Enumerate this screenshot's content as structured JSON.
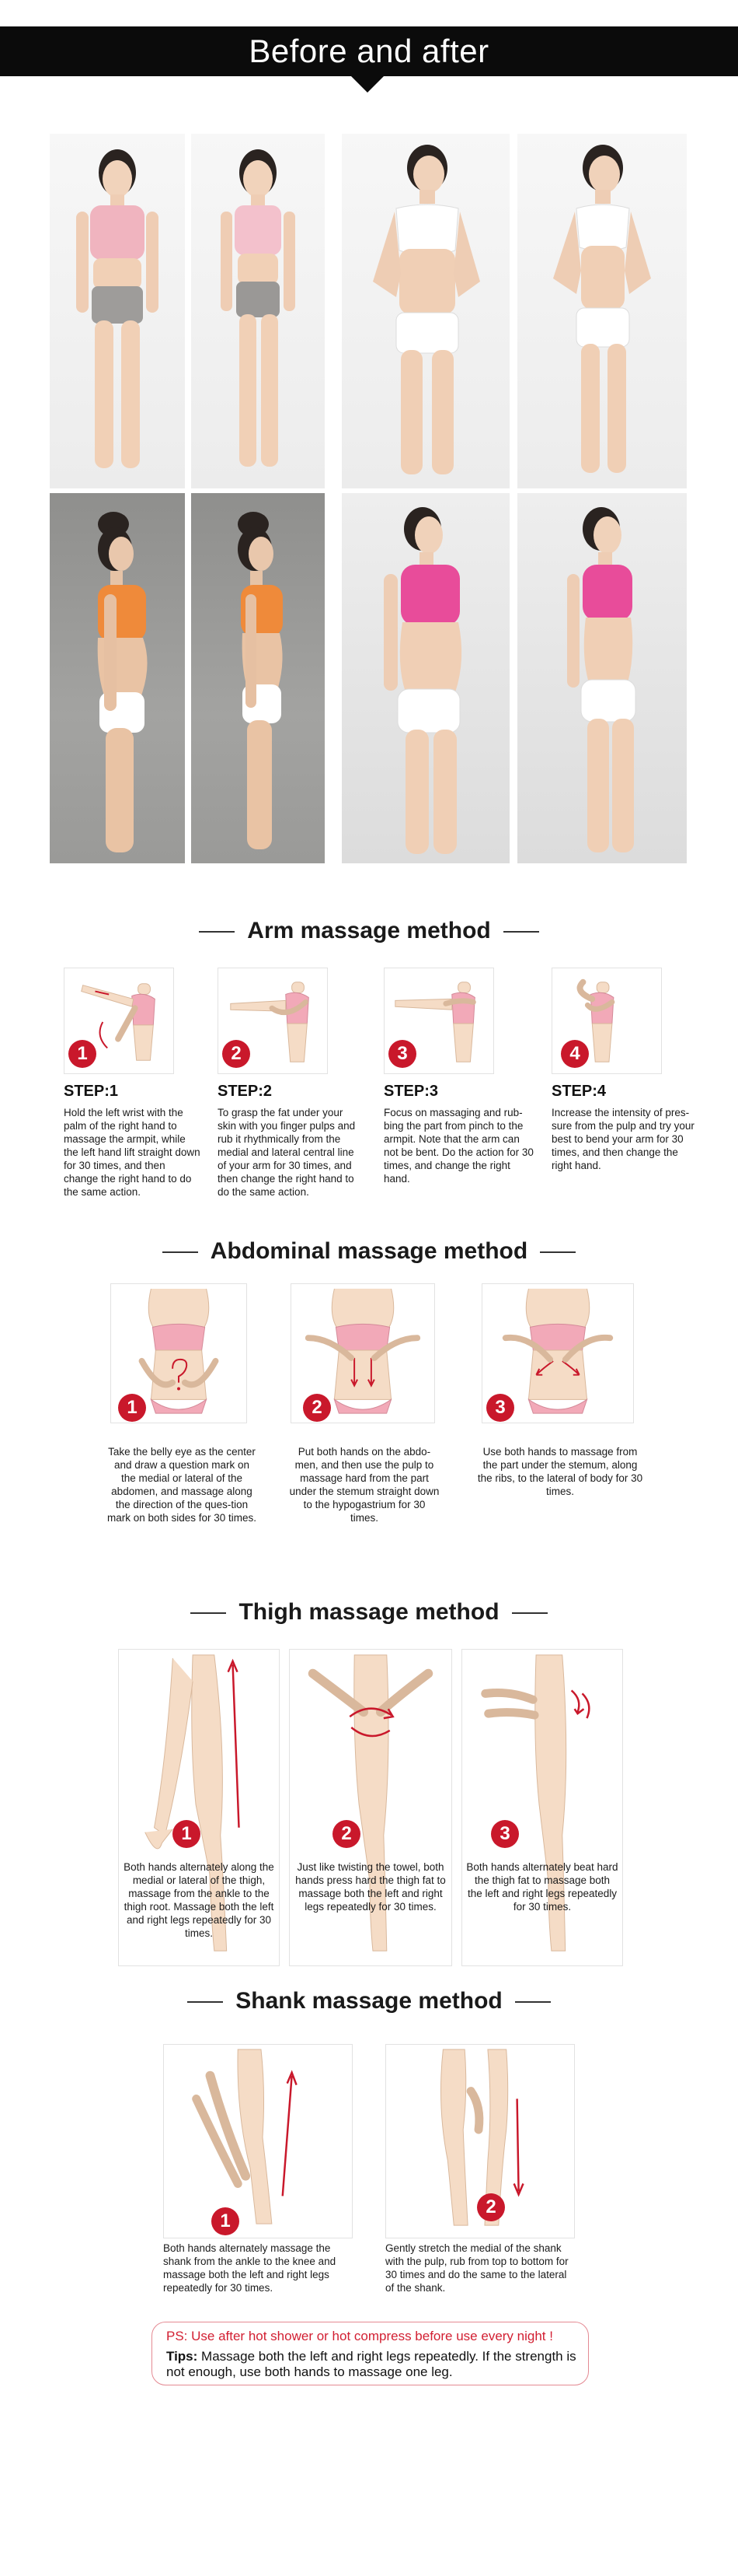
{
  "banner": {
    "title": "Before and after"
  },
  "arm": {
    "title": "Arm massage method",
    "steps": [
      {
        "num": "1",
        "label": "STEP:1",
        "text": "Hold the left wrist with the palm of the right hand to massage the armpit, while the left hand lift straight down for 30 times, and then change the right hand to do the same action."
      },
      {
        "num": "2",
        "label": "STEP:2",
        "text": "To grasp the fat under your skin with you finger pulps and rub it rhythmically from the medial and lateral central line of your arm for 30 times, and then change the right hand to do the same action."
      },
      {
        "num": "3",
        "label": "STEP:3",
        "text": "Focus on massaging and rub-bing the part from pinch to the armpit. Note that the arm can not be bent. Do the action for 30 times, and change the right hand."
      },
      {
        "num": "4",
        "label": "STEP:4",
        "text": "Increase the intensity of pres-sure from the pulp and try your best to bend your arm for 30 times, and then change the right hand."
      }
    ]
  },
  "abdominal": {
    "title": "Abdominal massage method",
    "steps": [
      {
        "num": "1",
        "text": "Take the belly eye as the center and draw a question mark on the medial or lateral of the abdomen, and massage along the direction of the ques-tion mark on both sides for 30 times."
      },
      {
        "num": "2",
        "text": "Put both hands on the abdo-men, and then use the pulp to massage hard from the part under the stemum straight down to the hypogastrium for 30 times."
      },
      {
        "num": "3",
        "text": "Use both hands to massage from the part under the stemum, along the ribs, to the lateral of body for 30 times."
      }
    ]
  },
  "thigh": {
    "title": "Thigh massage method",
    "steps": [
      {
        "num": "1",
        "text": "Both hands alternately along the medial or lateral of the thigh, massage from the ankle to the thigh root. Massage both the left and right legs repeatedly for 30 times."
      },
      {
        "num": "2",
        "text": "Just like twisting the towel, both hands press hard the thigh fat to massage both the left and right legs repeatedly for 30 times."
      },
      {
        "num": "3",
        "text": "Both hands alternately beat hard the thigh fat to massage both the left and right legs repeatedly for 30 times."
      }
    ]
  },
  "shank": {
    "title": "Shank massage method",
    "steps": [
      {
        "num": "1",
        "text": "Both hands alternately massage the shank from the ankle to the knee and massage both the left and right legs repeatedly for 30 times."
      },
      {
        "num": "2",
        "text": "Gently stretch the medial of the shank with the pulp, rub from top to bottom for 30 times and do the same to the lateral of the shank."
      }
    ]
  },
  "note": {
    "ps": "PS: Use after hot shower or hot compress before use every night !",
    "tips_label": "Tips:",
    "tips": "Massage both the left and right legs repeatedly. If the strength is not enough, use both hands to massage one leg."
  },
  "colors": {
    "accent": "#c9182b",
    "banner": "#0b0b0b",
    "skin": "#f5dcc6",
    "top_pink": "#f2a9b8"
  }
}
